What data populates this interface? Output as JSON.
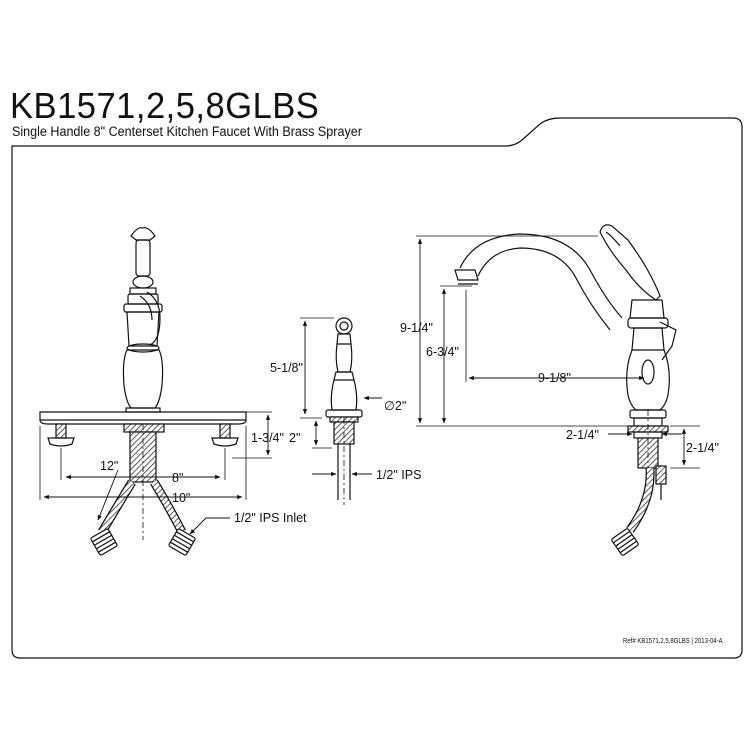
{
  "header": {
    "model": "KB1571,2,5,8GLBS",
    "description": "Single Handle 8\" Centerset Kitchen Faucet With Brass Sprayer"
  },
  "footer": {
    "reference": "Ref# KB1571,2,5,8GLBS | 2013-04-A"
  },
  "dimensions": {
    "front_view": {
      "deck_to_end": "12\"",
      "center_spacing": "8\"",
      "plate_width": "10\"",
      "shank_length": "1-3/4\"",
      "inlet": "1/2\" IPS Inlet"
    },
    "sprayer": {
      "height": "5-1/8\"",
      "diameter": "∅2\"",
      "shank": "2\"",
      "connection": "1/2\" IPS"
    },
    "side_view": {
      "overall_height": "9-1/4\"",
      "spout_height": "6-3/4\"",
      "spout_reach": "9-1/8\"",
      "base_left": "2-1/4\"",
      "base_right": "2-1/4\""
    }
  },
  "colors": {
    "line": "#111111",
    "background": "#ffffff"
  }
}
